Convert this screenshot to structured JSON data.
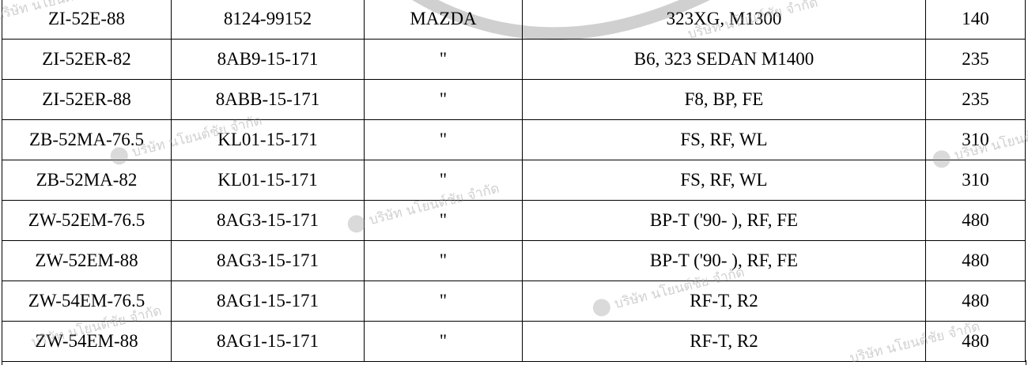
{
  "rows": [
    [
      "ZI-52E-88",
      "8124-99152",
      "MAZDA",
      "323XG, M1300",
      "140"
    ],
    [
      "ZI-52ER-82",
      "8AB9-15-171",
      "\"",
      "B6, 323 SEDAN M1400",
      "235"
    ],
    [
      "ZI-52ER-88",
      "8ABB-15-171",
      "\"",
      "F8, BP, FE",
      "235"
    ],
    [
      "ZB-52MA-76.5",
      "KL01-15-171",
      "\"",
      "FS, RF, WL",
      "310"
    ],
    [
      "ZB-52MA-82",
      "KL01-15-171",
      "\"",
      "FS, RF, WL",
      "310"
    ],
    [
      "ZW-52EM-76.5",
      "8AG3-15-171",
      "\"",
      "BP-T ('90- ), RF, FE",
      "480"
    ],
    [
      "ZW-52EM-88",
      "8AG3-15-171",
      "\"",
      "BP-T ('90- ), RF, FE",
      "480"
    ],
    [
      "ZW-54EM-76.5",
      "8AG1-15-171",
      "\"",
      "RF-T, R2",
      "480"
    ],
    [
      "ZW-54EM-88",
      "8AG1-15-171",
      "\"",
      "RF-T, R2",
      "480"
    ]
  ],
  "watermark": {
    "text": "บริษัท นโยนต์ชัย จำกัด",
    "color": "#969696",
    "logo_icon": "company-logo-icon"
  },
  "colors": {
    "grid": "#000000",
    "background": "#ffffff",
    "watermark_arc": "#b4b4b4"
  }
}
